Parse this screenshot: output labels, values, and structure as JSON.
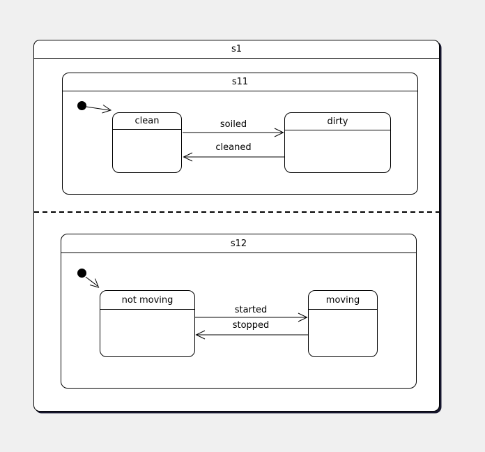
{
  "colors": {
    "canvas-bg": "#f0f0f0",
    "state-fill": "#ffffff",
    "stroke": "#000000",
    "shadow": "#16162e"
  },
  "root_state": {
    "title": "s1"
  },
  "regions": [
    {
      "composite_title": "s11",
      "states": [
        {
          "name": "clean"
        },
        {
          "name": "dirty"
        }
      ],
      "transitions": [
        {
          "label": "soiled",
          "from": "clean",
          "to": "dirty"
        },
        {
          "label": "cleaned",
          "from": "dirty",
          "to": "clean"
        }
      ]
    },
    {
      "composite_title": "s12",
      "states": [
        {
          "name": "not moving"
        },
        {
          "name": "moving"
        }
      ],
      "transitions": [
        {
          "label": "started",
          "from": "not moving",
          "to": "moving"
        },
        {
          "label": "stopped",
          "from": "moving",
          "to": "not moving"
        }
      ]
    }
  ]
}
